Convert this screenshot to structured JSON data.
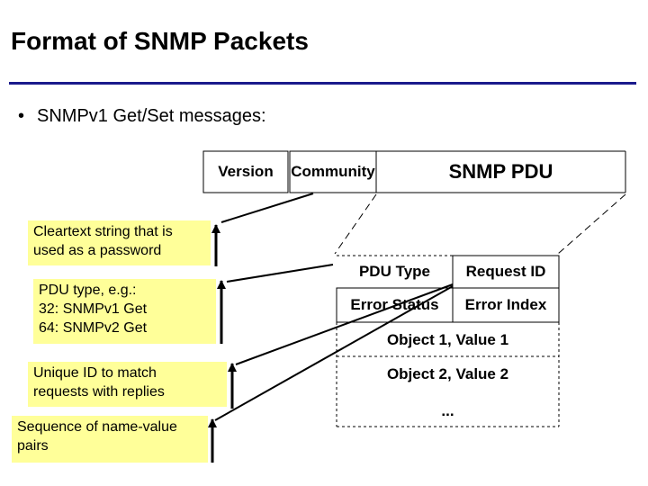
{
  "slide": {
    "title": "Format of SNMP Packets",
    "bullet_symbol": "•",
    "bullet_text": "SNMPv1 Get/Set messages:"
  },
  "packet": {
    "version": "Version",
    "community": "Community",
    "pdu": "SNMP PDU"
  },
  "pdu_fields": {
    "pdu_type": "PDU Type",
    "request_id": "Request ID",
    "error_status": "Error Status",
    "error_index": "Error Index",
    "object1": "Object 1, Value 1",
    "object2": "Object 2, Value 2",
    "ellipsis": "..."
  },
  "notes": {
    "community_line1": "Cleartext string that is",
    "community_line2": "used as a password",
    "pdutype_line1": "PDU type, e.g.:",
    "pdutype_line2": "32: SNMPv1 Get",
    "pdutype_line3": "64: SNMPv2 Get",
    "reqid_line1": "Unique ID to match",
    "reqid_line2": "requests with replies",
    "seq_line1": "Sequence of name-value",
    "seq_line2": "pairs"
  },
  "colors": {
    "rule": "#1a1a8c",
    "note_fill": "#ffff99",
    "note_shadow": "#000000"
  }
}
